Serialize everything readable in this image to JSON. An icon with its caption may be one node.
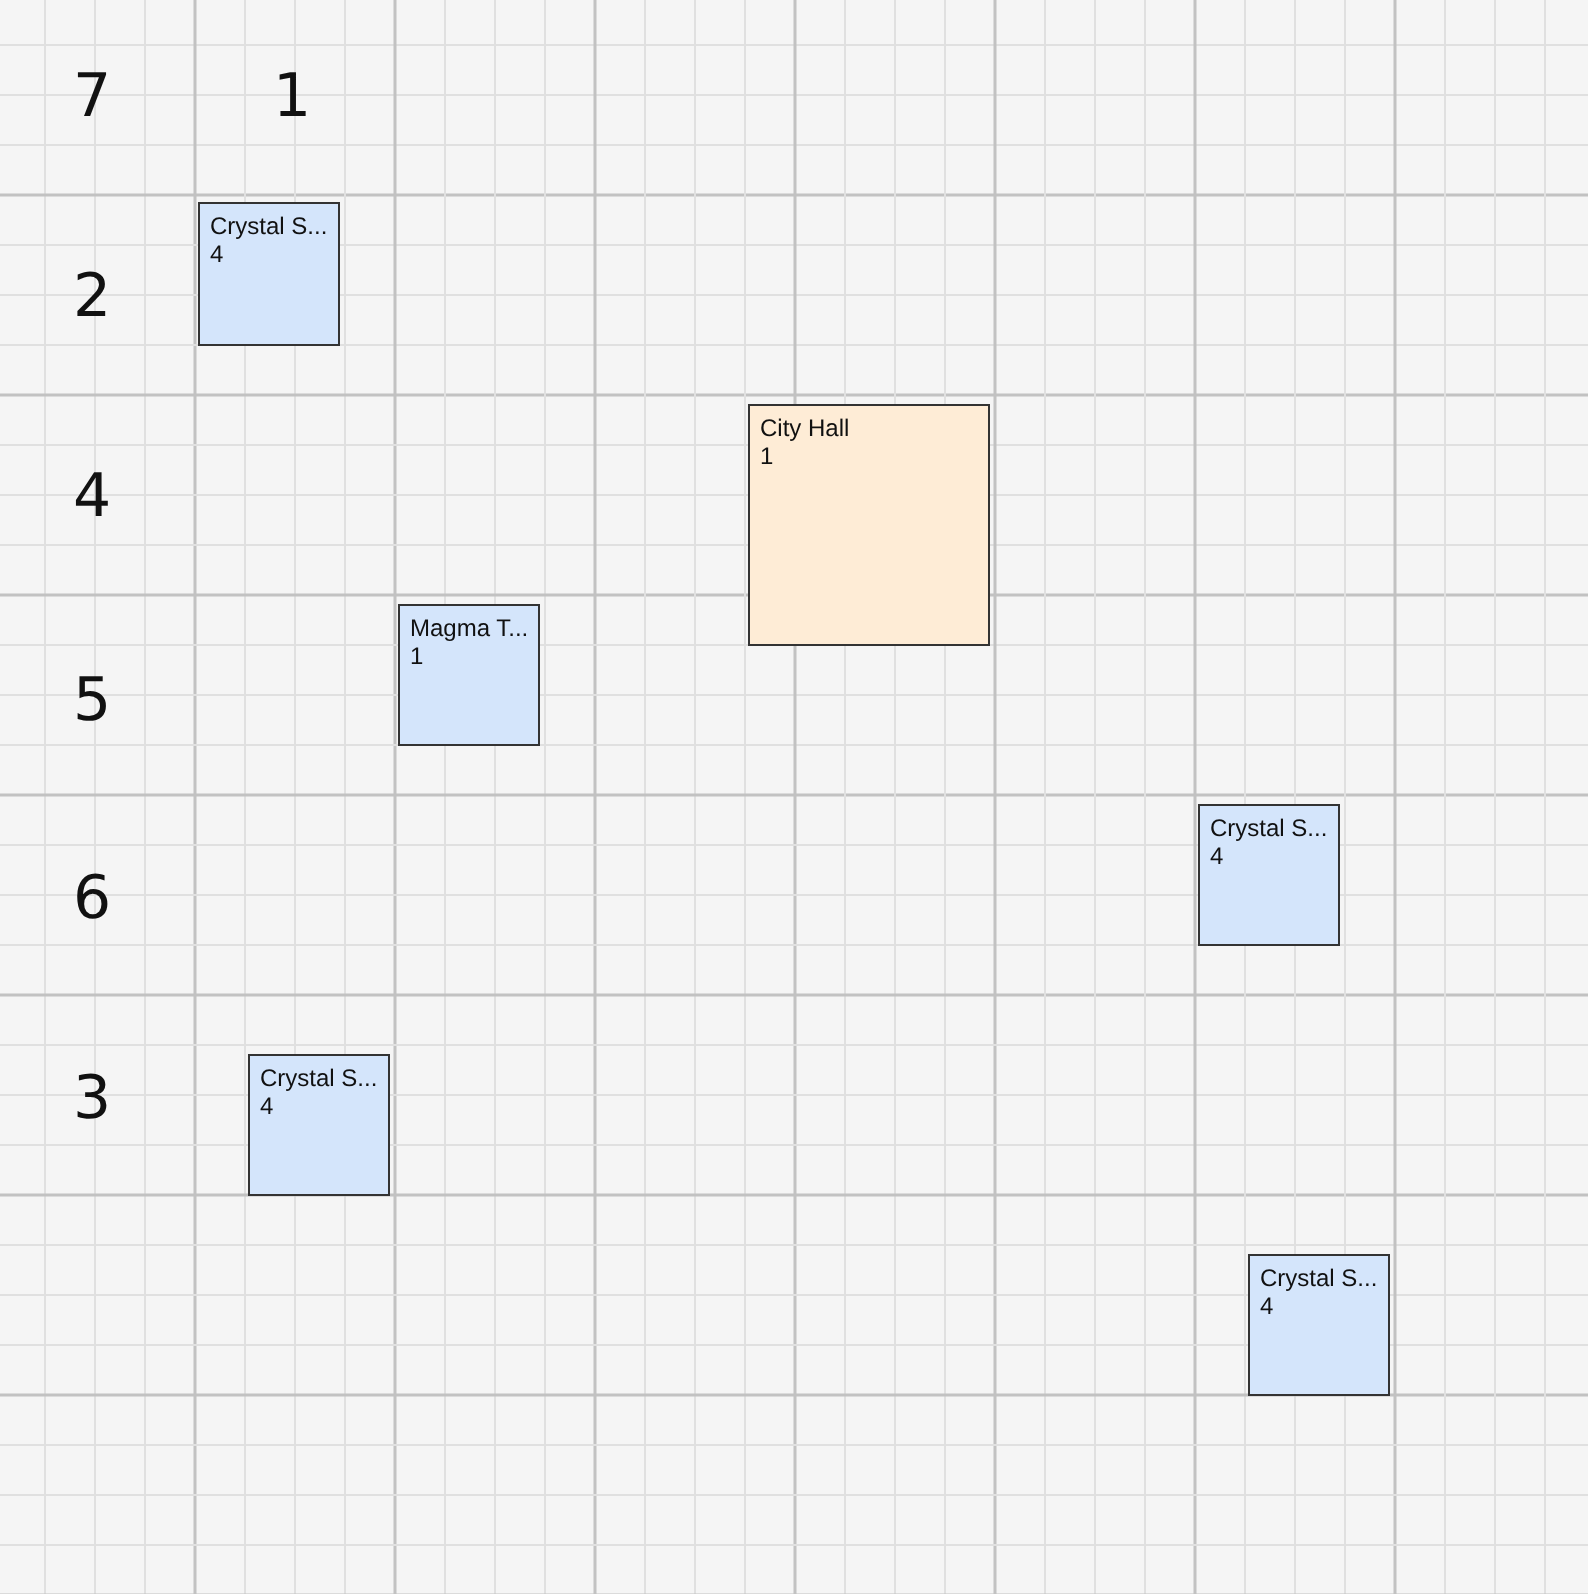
{
  "diagram": {
    "nodes": [
      {
        "text": [
          "Crystal S...",
          "4"
        ]
      },
      {
        "text": [
          "City Hall",
          "1"
        ]
      },
      {
        "text": [
          "Magma T...",
          "1"
        ]
      },
      {
        "text": [
          "Crystal S...",
          "4"
        ]
      },
      {
        "text": [
          "Crystal S...",
          "4"
        ]
      },
      {
        "text": [
          "Crystal S...",
          "4"
        ]
      }
    ],
    "labels": [
      "7",
      "1",
      "2",
      "4",
      "5",
      "6",
      "3"
    ]
  }
}
